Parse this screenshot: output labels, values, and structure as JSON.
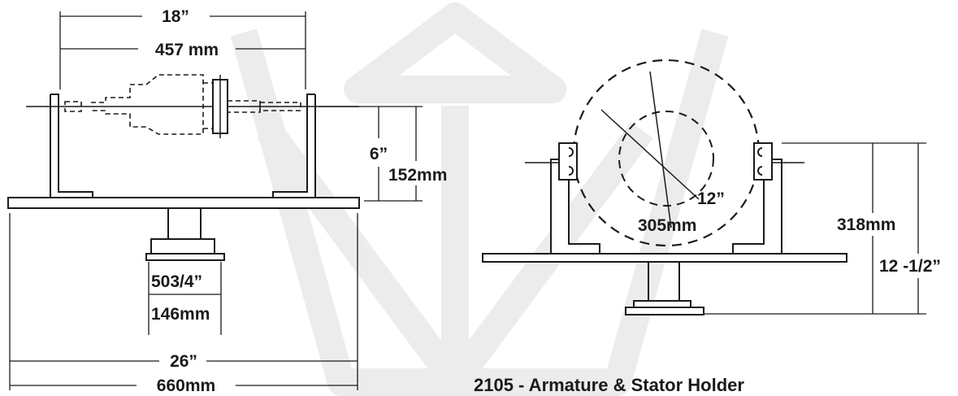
{
  "colors": {
    "line": "#1a1a1a",
    "watermark": "#ececec",
    "background": "#ffffff"
  },
  "left_view": {
    "width_in": "18”",
    "width_mm": "457 mm",
    "height_in": "6”",
    "height_mm": "152mm",
    "base_in": "503/4”",
    "base_mm": "146mm",
    "overall_in": "26”",
    "overall_mm": "660mm"
  },
  "right_view": {
    "diameter_in": "12”",
    "diameter_mm": "305mm",
    "height_mm": "318mm",
    "height_in": "12 -1/2”"
  },
  "caption": "2105 - Armature & Stator Holder"
}
